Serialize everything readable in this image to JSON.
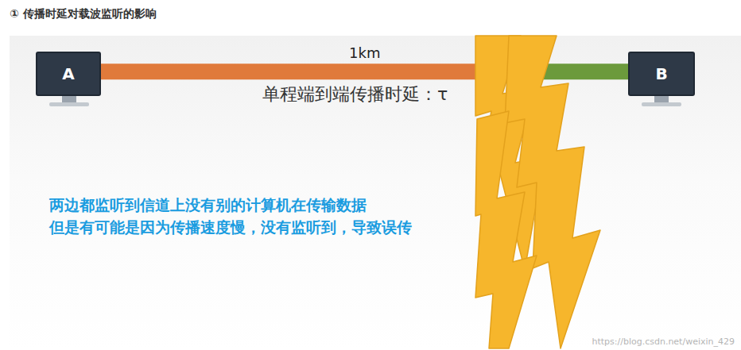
{
  "diagram": {
    "title": "① 传播时延对载波监听的影响",
    "nodes": [
      {
        "text": [
          "A"
        ]
      },
      {
        "text": [
          "B"
        ]
      }
    ],
    "edges": [
      {
        "from": 0,
        "to": 1,
        "arrow": "none",
        "label": "1km"
      }
    ],
    "labels": [
      "单程端到端传播时延：τ",
      "两边都监听到信道上没有别的计算机在传输数据",
      "但是有可能是因为传播速度慢，没有监听到，导致误传",
      "https://blog.csdn.net/weixin_429"
    ]
  }
}
